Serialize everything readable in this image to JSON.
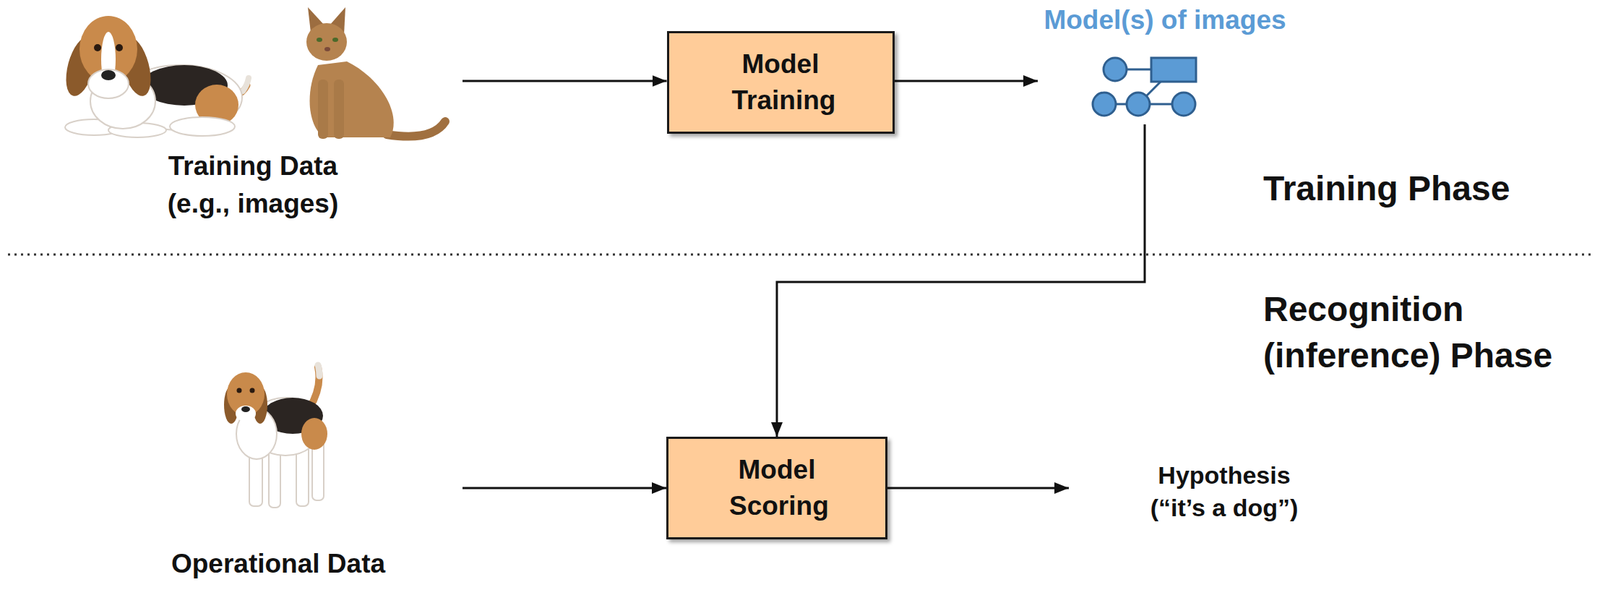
{
  "diagram": {
    "nodes": [
      {
        "text": [
          "Training Data (e.g., images)"
        ]
      },
      {
        "text": [
          "Model Training"
        ]
      },
      {
        "text": [
          "Model(s) of images"
        ]
      },
      {
        "text": [
          "Operational Data"
        ]
      },
      {
        "text": [
          "Model Scoring"
        ]
      },
      {
        "text": [
          "Hypothesis (“it’s a dog”)"
        ]
      }
    ],
    "edges": [
      {
        "from": 0,
        "to": 1,
        "arrow": "to"
      },
      {
        "from": 1,
        "to": 2,
        "arrow": "to"
      },
      {
        "from": 2,
        "to": 4,
        "arrow": "to"
      },
      {
        "from": 3,
        "to": 4,
        "arrow": "to"
      },
      {
        "from": 4,
        "to": 5,
        "arrow": "to"
      }
    ],
    "labels": [
      "Training Phase",
      "Recognition (inference) Phase"
    ]
  }
}
